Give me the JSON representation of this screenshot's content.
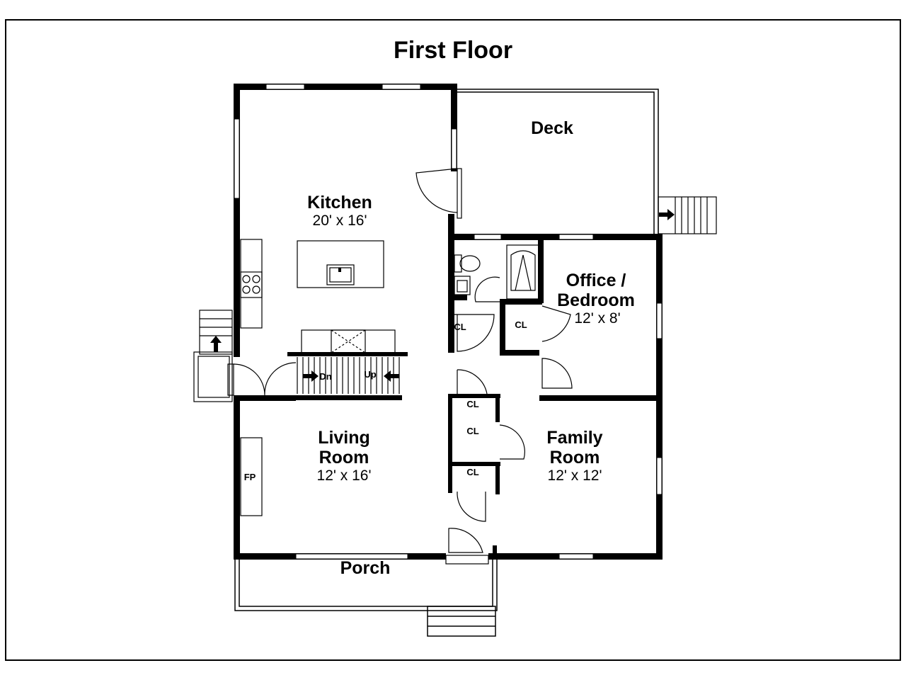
{
  "title": "First Floor",
  "rooms": {
    "deck": {
      "name": "Deck"
    },
    "kitchen": {
      "name": "Kitchen",
      "size": "20' x 16'"
    },
    "office": {
      "name_line1": "Office /",
      "name_line2": "Bedroom",
      "size": "12' x 8'"
    },
    "living": {
      "name_line1": "Living",
      "name_line2": "Room",
      "size": "12' x 16'"
    },
    "family": {
      "name_line1": "Family",
      "name_line2": "Room",
      "size": "12' x 12'"
    },
    "porch": {
      "name": "Porch"
    }
  },
  "labels": {
    "closet": "CL",
    "fireplace": "FP",
    "stairs_down": "Dn",
    "stairs_up": "Up"
  },
  "colors": {
    "wall": "#000000",
    "line": "#000000",
    "window": "#ffffff",
    "background": "#ffffff"
  },
  "icons": [
    "arrow-right-icon",
    "arrow-up-icon",
    "arrow-left-icon",
    "sink-icon",
    "stove-icon",
    "toilet-icon",
    "bathtub-icon"
  ]
}
